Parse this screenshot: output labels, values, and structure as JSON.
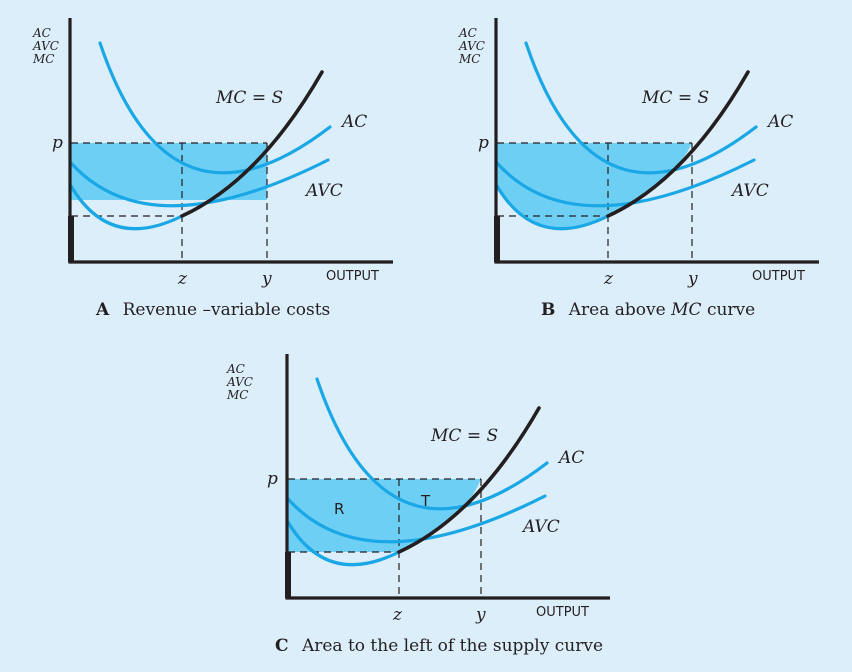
{
  "axis_y_labels": [
    "AC",
    "AVC",
    "MC"
  ],
  "price_label": "p",
  "curve_labels": {
    "ms": "MC = S",
    "ac": "AC",
    "avc": "AVC"
  },
  "x_labels": {
    "z": "z",
    "y": "y",
    "output": "OUTPUT"
  },
  "panels": [
    {
      "letter": "A",
      "caption_plain": "Revenue –variable costs"
    },
    {
      "letter": "B",
      "caption_before": "Area above ",
      "caption_italic": "MC",
      "caption_after": " curve"
    },
    {
      "letter": "C",
      "caption_plain": "Area to the left of the supply curve",
      "region_labels": [
        "R",
        "T"
      ]
    }
  ],
  "colors": {
    "background": "#dceefa",
    "curves": "#1aa7e6",
    "supply_curve": "#231f20",
    "shaded_area": "#6ecff4"
  }
}
